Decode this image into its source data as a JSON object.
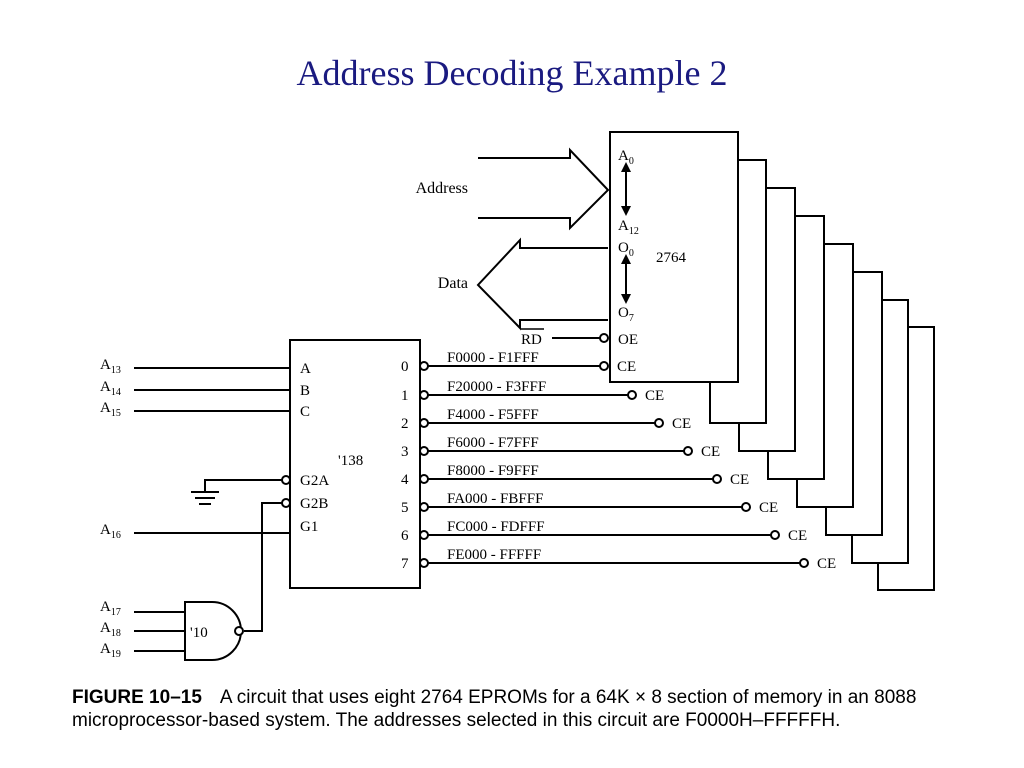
{
  "slide": {
    "title": "Address Decoding Example 2"
  },
  "diagram": {
    "address_label": "Address",
    "data_label": "Data",
    "eprom_label": "2764",
    "eprom_pins": {
      "a0": "A",
      "a0_sub": "0",
      "a12": "A",
      "a12_sub": "12",
      "o0": "O",
      "o0_sub": "0",
      "o7": "O",
      "o7_sub": "7",
      "oe": "OE",
      "ce": "CE"
    },
    "rd_label": "RD",
    "decoder": {
      "label": "'138",
      "inputs": [
        "A",
        "B",
        "C",
        "G2A",
        "G2B",
        "G1"
      ],
      "outputs": [
        "0",
        "1",
        "2",
        "3",
        "4",
        "5",
        "6",
        "7"
      ]
    },
    "address_inputs": [
      {
        "name": "A",
        "sub": "13"
      },
      {
        "name": "A",
        "sub": "14"
      },
      {
        "name": "A",
        "sub": "15"
      },
      {
        "name": "A",
        "sub": "16"
      },
      {
        "name": "A",
        "sub": "17"
      },
      {
        "name": "A",
        "sub": "18"
      },
      {
        "name": "A",
        "sub": "19"
      }
    ],
    "ranges": [
      "F0000 - F1FFF",
      "F20000 - F3FFF",
      "F4000 - F5FFF",
      "F6000 - F7FFF",
      "F8000 - F9FFF",
      "FA000 - FBFFF",
      "FC000 - FDFFF",
      "FE000 - FFFFF"
    ],
    "nand_label": "'10"
  },
  "caption": {
    "figure": "FIGURE 10–15",
    "text": "A circuit that uses eight 2764 EPROMs for a 64K × 8 section of memory in an 8088 microprocessor-based system. The addresses selected in this circuit are F0000H–FFFFFH."
  }
}
